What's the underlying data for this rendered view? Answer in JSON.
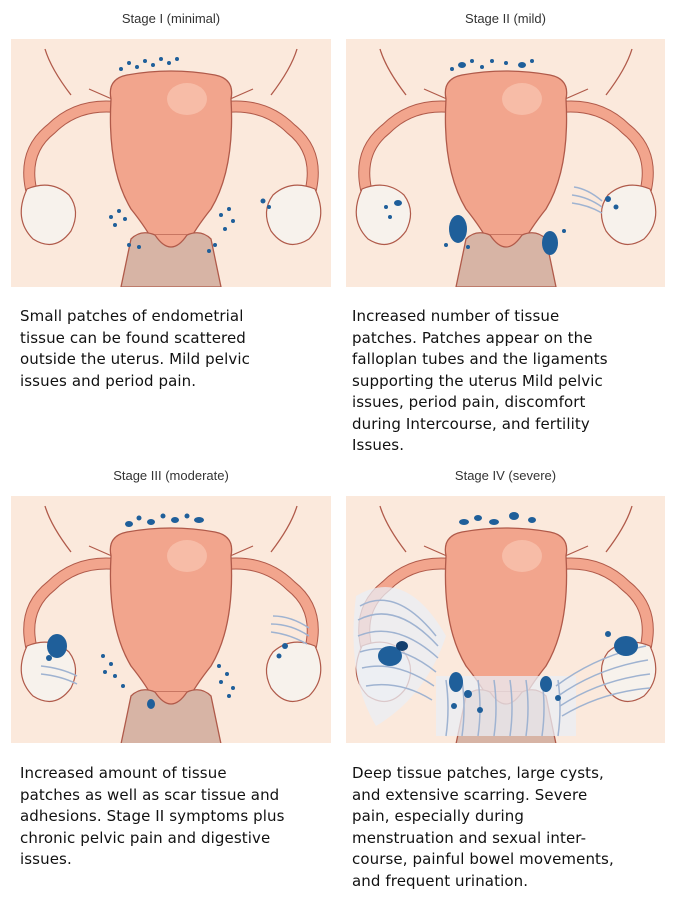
{
  "colors": {
    "background": "#fbe9dc",
    "uterus": "#f2a58d",
    "uterus_light": "#f7c2ae",
    "outline": "#b05a4a",
    "ovary": "#f7f2ec",
    "lesion": "#1f5f9a",
    "lesion_dark": "#123e6e",
    "scar": "#9fb3d1",
    "canal": "#d7b4a5"
  },
  "icons": [
    "uterus-illustration",
    "endometrial-lesion-dots",
    "scar-tissue-strands"
  ],
  "stages": [
    {
      "title": "Stage I (minimal)",
      "description": [
        "Small patches of endometrial",
        "tissue can be found scattered",
        "outside the uterus. Mild pelvic",
        "issues and period pain."
      ]
    },
    {
      "title": "Stage II (mild)",
      "description": [
        "Increased number of tissue",
        "patches. Patches appear on the",
        "falloplan tubes and the ligaments",
        "supporting the uterus Mild pelvic",
        "issues, period pain, discomfort",
        "during Intercourse, and fertility",
        "Issues."
      ]
    },
    {
      "title": "Stage III (moderate)",
      "description": [
        "Increased amount of tissue",
        "patches as well as scar tissue and",
        "adhesions. Stage II symptoms plus",
        "chronic pelvic pain and digestive",
        "issues."
      ]
    },
    {
      "title": "Stage IV (severe)",
      "description": [
        "Deep tissue patches, large cysts,",
        "and extensive scarring. Severe",
        "pain, especially during",
        "menstruation and sexual inter-",
        "course, painful bowel movements,",
        "and frequent urination."
      ]
    }
  ]
}
